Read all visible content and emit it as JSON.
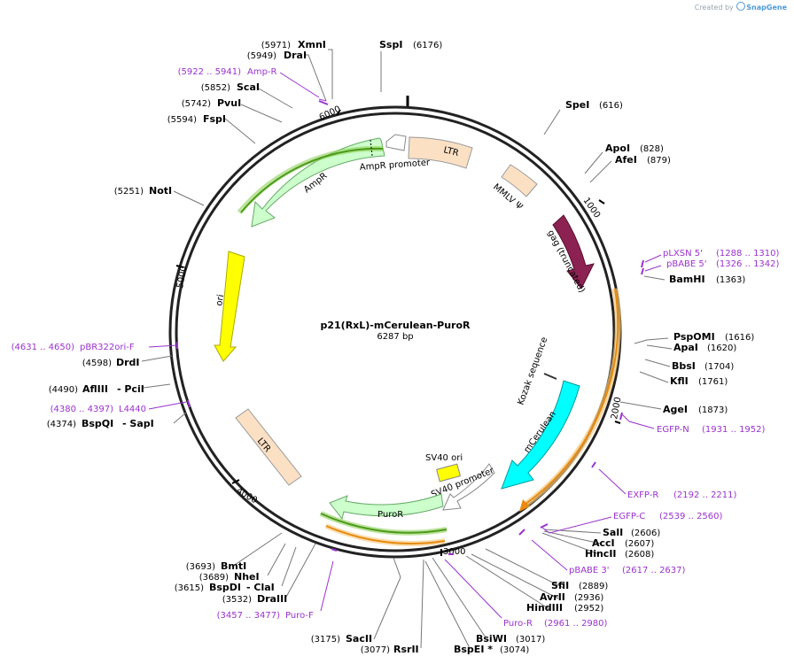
{
  "credit": {
    "text": "Created by",
    "brand": "SnapGene"
  },
  "plasmid": {
    "name": "p21(RxL)-mCerulean-PuroR",
    "length": "6287 bp"
  },
  "ticks": {
    "t1000": "1000",
    "t2000": "2000",
    "t3000": "3000",
    "t4000": "4000",
    "t5000": "5000",
    "t6000": "6000"
  },
  "features": {
    "ltr_top": "LTR",
    "mmlv": "MMLV Ψ",
    "gag": "gag (truncated)",
    "kozak": "Kozak sequence",
    "mcerulean": "mCerulean",
    "sv40_promoter": "SV40 promoter",
    "sv40_ori": "SV40 ori",
    "puror": "PuroR",
    "ltr_bottom": "LTR",
    "ori": "ori",
    "ampr": "AmpR",
    "ampr_promoter": "AmpR promoter"
  },
  "sites": {
    "xmni": {
      "pos": "(5971)",
      "name": "XmnI"
    },
    "drai": {
      "pos": "(5949)",
      "name": "DraI"
    },
    "ampr_primer": {
      "pos": "(5922 .. 5941)",
      "name": "Amp-R"
    },
    "scai": {
      "pos": "(5852)",
      "name": "ScaI"
    },
    "pvui": {
      "pos": "(5742)",
      "name": "PvuI"
    },
    "fspi": {
      "pos": "(5594)",
      "name": "FspI"
    },
    "noti": {
      "pos": "(5251)",
      "name": "NotI"
    },
    "sspi": {
      "name": "SspI",
      "pos": "(6176)"
    },
    "spei": {
      "name": "SpeI",
      "pos": "(616)"
    },
    "apoi": {
      "name": "ApoI",
      "pos": "(828)"
    },
    "afei": {
      "name": "AfeI",
      "pos": "(879)"
    },
    "plxsn": {
      "name": "pLXSN 5'",
      "pos": "(1288 .. 1310)"
    },
    "pbabe5": {
      "name": "pBABE 5'",
      "pos": "(1326 .. 1342)"
    },
    "bamhi": {
      "name": "BamHI",
      "pos": "(1363)"
    },
    "pspomi": {
      "name": "PspOMI",
      "pos": "(1616)"
    },
    "apai": {
      "name": "ApaI",
      "pos": "(1620)"
    },
    "bbsi": {
      "name": "BbsI",
      "pos": "(1704)"
    },
    "kfli": {
      "name": "KflI",
      "pos": "(1761)"
    },
    "agei": {
      "name": "AgeI",
      "pos": "(1873)"
    },
    "egfpn": {
      "name": "EGFP-N",
      "pos": "(1931 .. 1952)"
    },
    "exfpr": {
      "name": "EXFP-R",
      "pos": "(2192 .. 2211)"
    },
    "egfpc": {
      "name": "EGFP-C",
      "pos": "(2539 .. 2560)"
    },
    "sali": {
      "name": "SalI",
      "pos": "(2606)"
    },
    "acci": {
      "name": "AccI",
      "pos": "(2607)"
    },
    "hincii": {
      "name": "HincII",
      "pos": "(2608)"
    },
    "pbabe3": {
      "name": "pBABE 3'",
      "pos": "(2617 .. 2637)"
    },
    "sfii": {
      "name": "SfiI",
      "pos": "(2889)"
    },
    "avrii": {
      "name": "AvrII",
      "pos": "(2936)"
    },
    "hindiii": {
      "name": "HindIII",
      "pos": "(2952)"
    },
    "puror_primer": {
      "name": "Puro-R",
      "pos": "(2961 .. 2980)"
    },
    "bsiwi": {
      "name": "BsiWI",
      "pos": "(3017)"
    },
    "bspei": {
      "name": "BspEI *",
      "pos": "(3074)"
    },
    "rsrii": {
      "pos": "(3077)",
      "name": "RsrII"
    },
    "sacii": {
      "pos": "(3175)",
      "name": "SacII"
    },
    "purof": {
      "pos": "(3457 .. 3477)",
      "name": "Puro-F"
    },
    "draiii": {
      "pos": "(3532)",
      "name": "DraIII"
    },
    "bspdi": {
      "pos": "(3615)",
      "name": "BspDI",
      "name2": "- ClaI"
    },
    "nhei": {
      "pos": "(3689)",
      "name": "NheI"
    },
    "bmti": {
      "pos": "(3693)",
      "name": "BmtI"
    },
    "bspqi": {
      "pos": "(4374)",
      "name": "BspQI",
      "name2": "- SapI"
    },
    "l4440": {
      "pos": "(4380 .. 4397)",
      "name": "L4440"
    },
    "afliii": {
      "pos": "(4490)",
      "name": "AflIII",
      "name2": "- PciI"
    },
    "drdi": {
      "pos": "(4598)",
      "name": "DrdI"
    },
    "pbr322": {
      "pos": "(4631 .. 4650)",
      "name": "pBR322ori-F"
    }
  },
  "colors": {
    "primer": "#9a32cd",
    "ltr": "#fbe0c4",
    "gag": "#8b2252",
    "mcerulean": "#00ffff",
    "sv40ori": "#ffff00",
    "ori": "#ffff00",
    "ampr": "#ccffcc",
    "orange_arc": "#e88a10",
    "green_arc": "#4c9a1a"
  }
}
